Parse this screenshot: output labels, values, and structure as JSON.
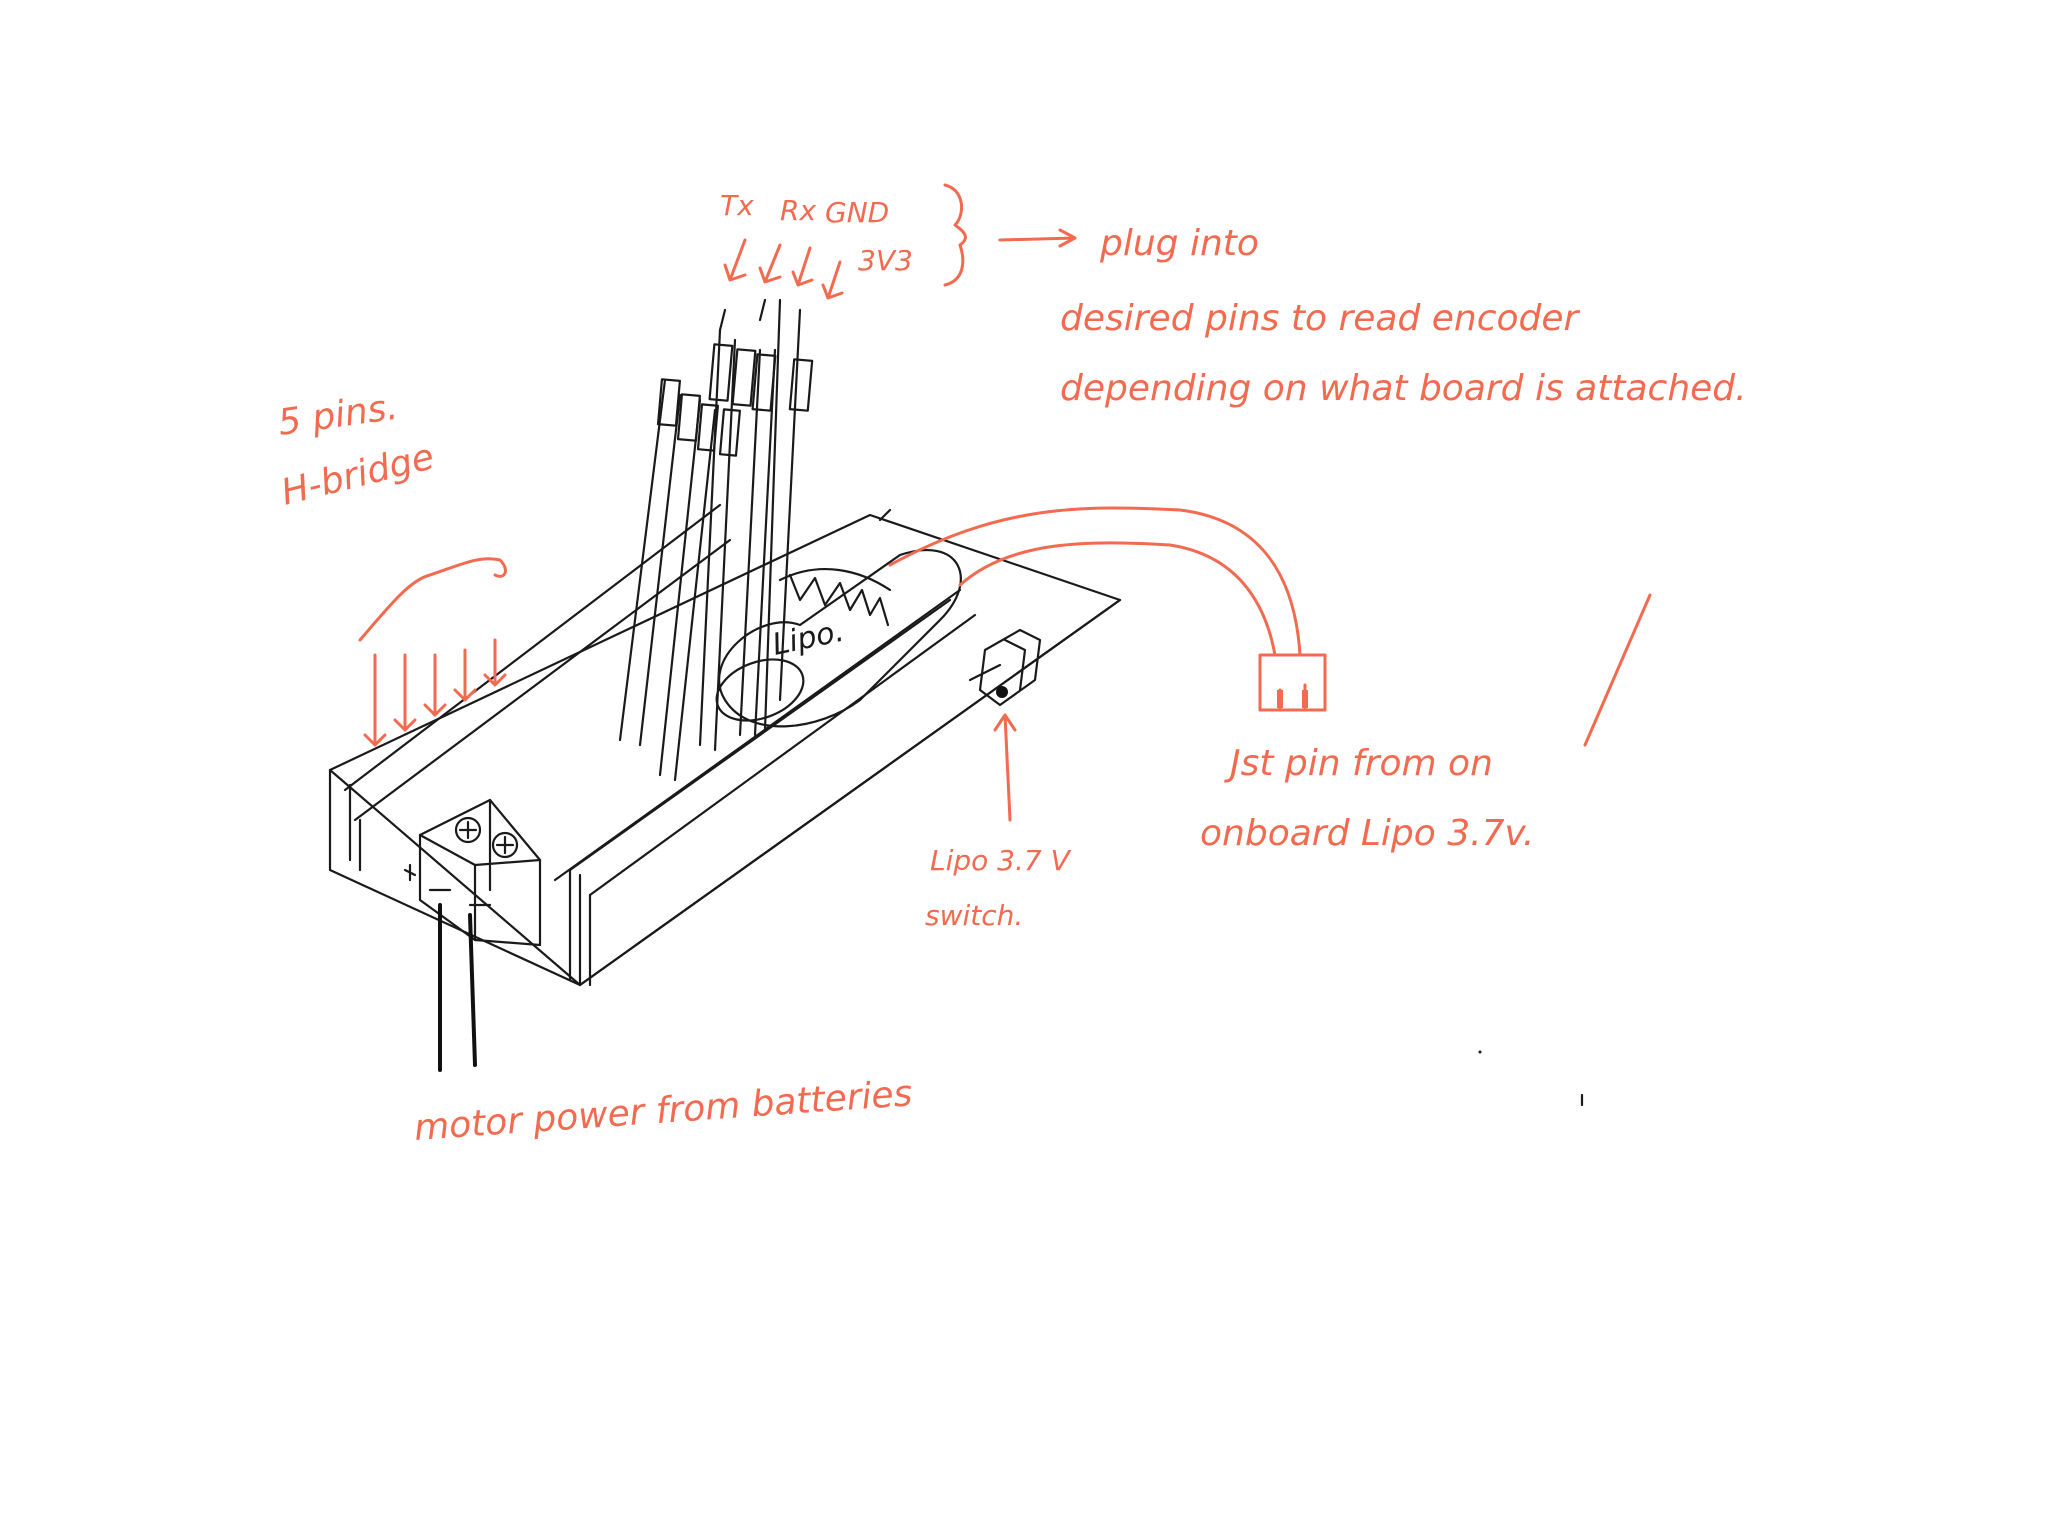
{
  "labels": {
    "h_bridge_pins": "5 pins.",
    "h_bridge": "H-bridge",
    "pin_tx": "Tx",
    "pin_rx": "Rx",
    "pin_gnd": "GND",
    "pin_3v3": "3V3",
    "plug_into": "plug into",
    "plug_line2": "desired pins to read encoder",
    "plug_line3": "depending on what board is attached.",
    "lipo": "Lipo.",
    "jst_line1": "Jst pin from on",
    "jst_line2": "onboard Lipo 3.7v.",
    "switch_line1": "Lipo 3.7 V",
    "switch_line2": "switch.",
    "motor_power": "motor power from batteries"
  },
  "colors": {
    "annotation": "#f26a4f",
    "sketch": "#1a1a1a",
    "background": "#ffffff"
  }
}
